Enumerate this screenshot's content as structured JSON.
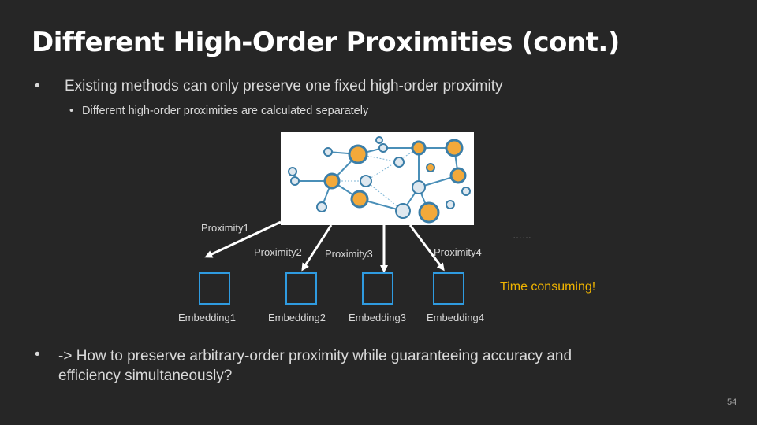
{
  "title": "Different High-Order Proximities (cont.)",
  "bullets": [
    {
      "bullet": "•",
      "text": "Existing methods can only preserve one fixed high-order proximity"
    }
  ],
  "sub_bullets": [
    {
      "bullet": "•",
      "text": "Different high-order proximities are calculated separately"
    }
  ],
  "diagram": {
    "proximities": [
      "Proximity1",
      "Proximity2",
      "Proximity3",
      "Proximity4"
    ],
    "embeddings": [
      "Embedding1",
      "Embedding2",
      "Embedding3",
      "Embedding4"
    ],
    "ellipsis": "……",
    "note": "Time consuming!",
    "colors": {
      "box_border": "#2f9be0",
      "note": "#f0b400",
      "arrow": "#ffffff"
    }
  },
  "question": {
    "bullet": "•",
    "text": "-> How to preserve arbitrary-order proximity while guaranteeing accuracy and efficiency simultaneously?"
  },
  "page_number": "54"
}
